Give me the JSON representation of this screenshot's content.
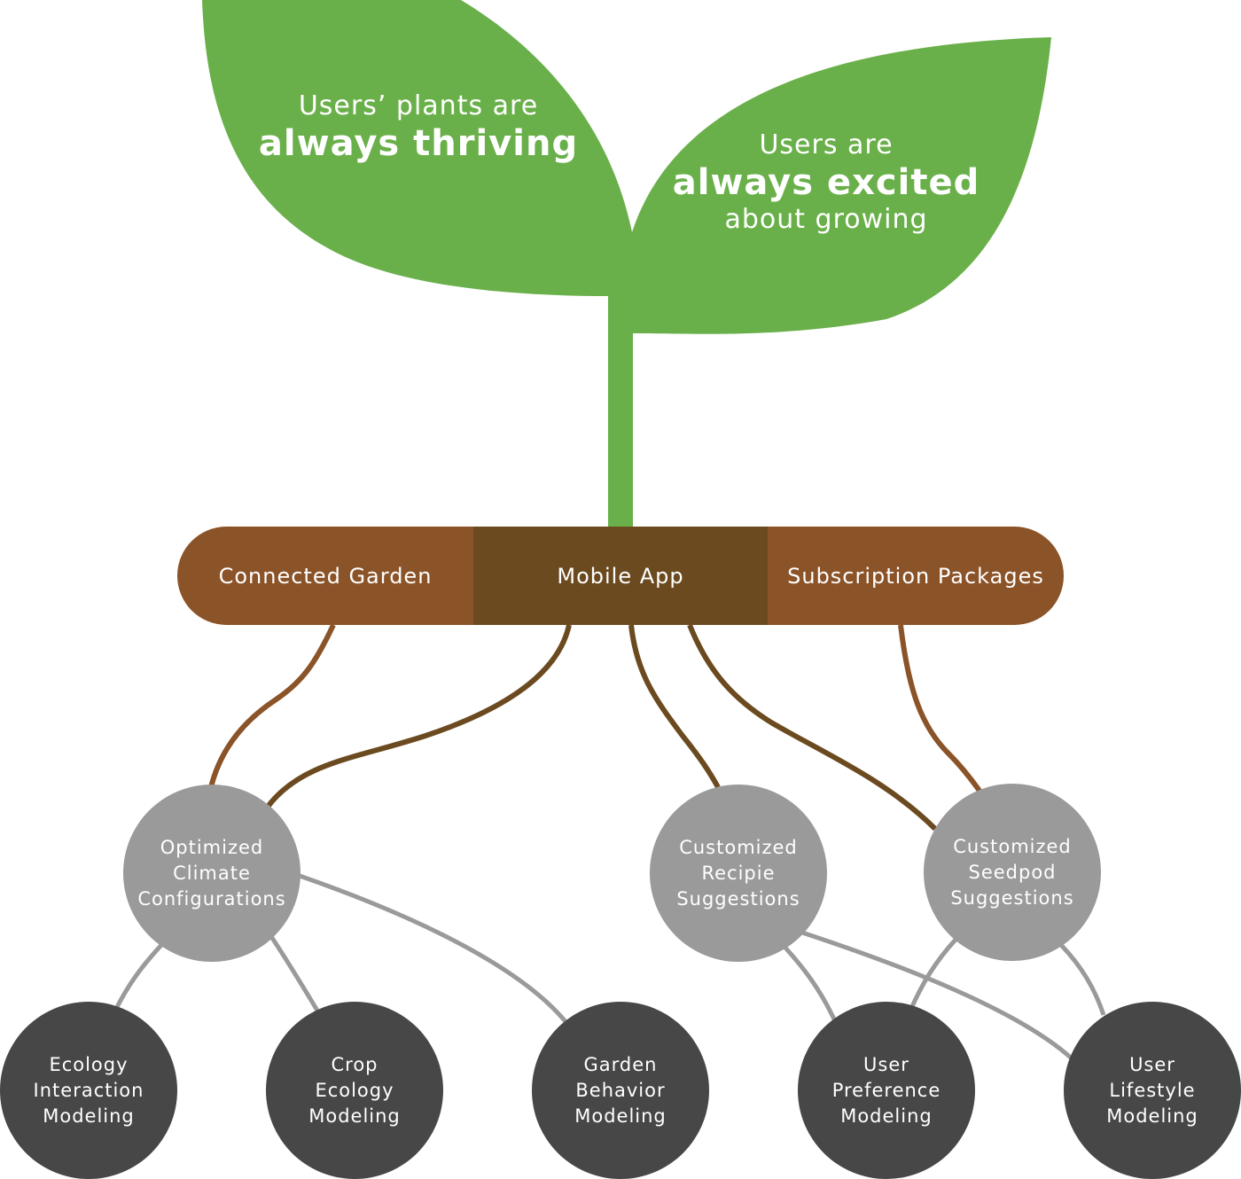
{
  "leaves": {
    "left": {
      "line1": "Users’ plants are",
      "line2": "always thriving"
    },
    "right": {
      "line1": "Users are",
      "line2": "always excited",
      "line3": "about growing"
    }
  },
  "trunk": {
    "connected_garden": "Connected Garden",
    "mobile_app": "Mobile App",
    "subscription_packages": "Subscription Packages"
  },
  "mid_nodes": {
    "climate": "Optimized\nClimate\nConfigurations",
    "recipe": "Customized\nRecipie\nSuggestions",
    "seedpod": "Customized\nSeedpod\nSuggestions"
  },
  "bottom_nodes": {
    "ecology_interaction": "Ecology\nInteraction\nModeling",
    "crop_ecology": "Crop\nEcology\nModeling",
    "garden_behavior": "Garden\nBehavior\nModeling",
    "user_preference": "User\nPreference\nModeling",
    "user_lifestyle": "User\nLifestyle\nModeling"
  },
  "colors": {
    "leaf": "#6ab04a",
    "soil_light": "#8b5328",
    "soil_dark": "#6b4a20",
    "mid_node": "#9a9a9a",
    "bottom_node": "#474747",
    "gray_link": "#9a9a9a"
  }
}
